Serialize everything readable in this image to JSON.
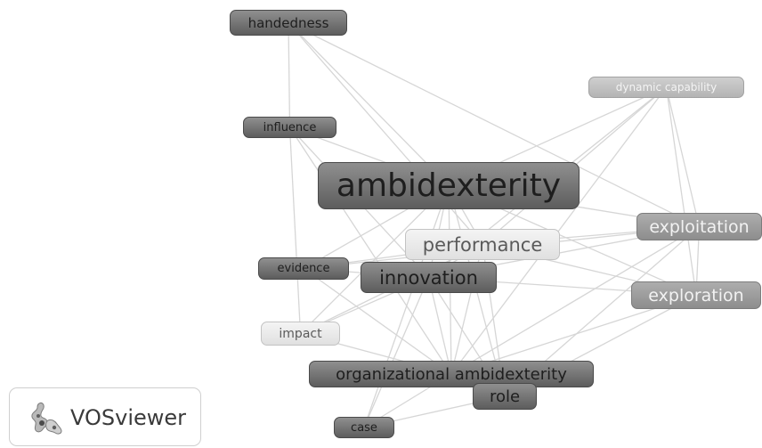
{
  "network": {
    "nodes": [
      {
        "id": "handedness",
        "label": "handedness",
        "tone": "dark"
      },
      {
        "id": "dynamic-capability",
        "label": "dynamic capability",
        "tone": "light"
      },
      {
        "id": "influence",
        "label": "influence",
        "tone": "dark"
      },
      {
        "id": "ambidexterity",
        "label": "ambidexterity",
        "tone": "dark"
      },
      {
        "id": "performance",
        "label": "performance",
        "tone": "pale"
      },
      {
        "id": "exploitation",
        "label": "exploitation",
        "tone": "mid"
      },
      {
        "id": "evidence",
        "label": "evidence",
        "tone": "dark"
      },
      {
        "id": "innovation",
        "label": "innovation",
        "tone": "dark"
      },
      {
        "id": "exploration",
        "label": "exploration",
        "tone": "mid"
      },
      {
        "id": "impact",
        "label": "impact",
        "tone": "pale"
      },
      {
        "id": "organizational-ambidexterity",
        "label": "organizational ambidexterity",
        "tone": "dark"
      },
      {
        "id": "role",
        "label": "role",
        "tone": "dark"
      },
      {
        "id": "case",
        "label": "case",
        "tone": "dark"
      }
    ],
    "links": [
      [
        "handedness",
        "influence"
      ],
      [
        "handedness",
        "ambidexterity"
      ],
      [
        "handedness",
        "performance"
      ],
      [
        "handedness",
        "exploitation"
      ],
      [
        "influence",
        "ambidexterity"
      ],
      [
        "influence",
        "impact"
      ],
      [
        "influence",
        "organizational-ambidexterity"
      ],
      [
        "influence",
        "innovation"
      ],
      [
        "dynamic-capability",
        "ambidexterity"
      ],
      [
        "dynamic-capability",
        "exploitation"
      ],
      [
        "dynamic-capability",
        "exploration"
      ],
      [
        "dynamic-capability",
        "performance"
      ],
      [
        "dynamic-capability",
        "innovation"
      ],
      [
        "dynamic-capability",
        "organizational-ambidexterity"
      ],
      [
        "ambidexterity",
        "performance"
      ],
      [
        "ambidexterity",
        "exploitation"
      ],
      [
        "ambidexterity",
        "exploration"
      ],
      [
        "ambidexterity",
        "innovation"
      ],
      [
        "ambidexterity",
        "evidence"
      ],
      [
        "ambidexterity",
        "impact"
      ],
      [
        "ambidexterity",
        "organizational-ambidexterity"
      ],
      [
        "ambidexterity",
        "role"
      ],
      [
        "ambidexterity",
        "case"
      ],
      [
        "performance",
        "exploitation"
      ],
      [
        "performance",
        "exploration"
      ],
      [
        "performance",
        "evidence"
      ],
      [
        "performance",
        "innovation"
      ],
      [
        "performance",
        "impact"
      ],
      [
        "performance",
        "organizational-ambidexterity"
      ],
      [
        "performance",
        "role"
      ],
      [
        "exploitation",
        "exploration"
      ],
      [
        "exploitation",
        "innovation"
      ],
      [
        "exploitation",
        "organizational-ambidexterity"
      ],
      [
        "exploitation",
        "role"
      ],
      [
        "exploitation",
        "evidence"
      ],
      [
        "exploration",
        "innovation"
      ],
      [
        "exploration",
        "organizational-ambidexterity"
      ],
      [
        "exploration",
        "role"
      ],
      [
        "evidence",
        "innovation"
      ],
      [
        "evidence",
        "organizational-ambidexterity"
      ],
      [
        "innovation",
        "impact"
      ],
      [
        "innovation",
        "organizational-ambidexterity"
      ],
      [
        "innovation",
        "role"
      ],
      [
        "innovation",
        "case"
      ],
      [
        "impact",
        "organizational-ambidexterity"
      ],
      [
        "organizational-ambidexterity",
        "role"
      ],
      [
        "organizational-ambidexterity",
        "case"
      ],
      [
        "role",
        "case"
      ]
    ]
  },
  "logo": {
    "text": "VOSviewer"
  }
}
